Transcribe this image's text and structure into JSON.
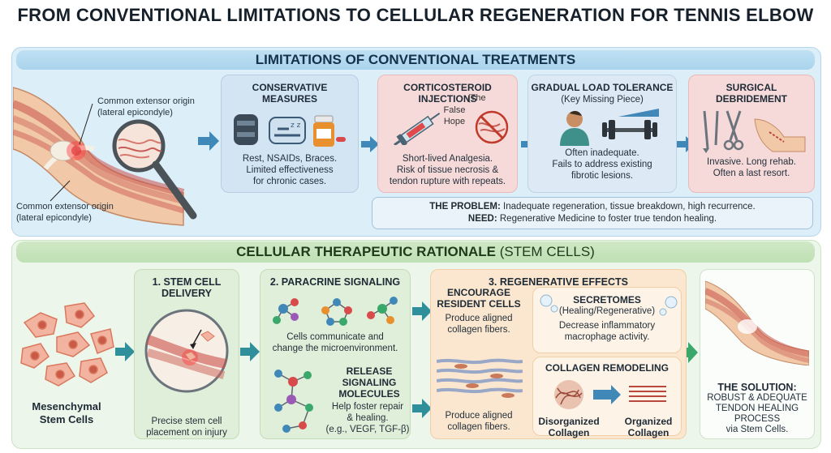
{
  "title": "FROM CONVENTIONAL LIMITATIONS TO CELLULAR REGENERATION FOR TENNIS ELBOW",
  "section1": {
    "heading": "LIMITATIONS OF CONVENTIONAL TREATMENTS",
    "anatomy": {
      "label_top": "Common extensor origin\n(lateral epicondyle)",
      "label_bottom": "Common extensor origin\n(lateral epicondyle)"
    },
    "cards": [
      {
        "title": "CONSERVATIVE\nMEASURES",
        "text": "Rest, NSAIDs, Braces.\nLimited effectiveness\nfor chronic cases."
      },
      {
        "title": "CORTICOSTEROID\nINJECTIONS",
        "title_suffix": "(The",
        "title_note": "False\nHope",
        "text": "Short-lived Analgesia.\nRisk of tissue necrosis &\ntendon rupture with repeats."
      },
      {
        "title": "GRADUAL LOAD TOLERANCE",
        "subtitle": "(Key Missing Piece)",
        "text": "Often inadequate.\nFails to address existing\nfibrotic lesions."
      },
      {
        "title": "SURGICAL\nDEBRIDEMENT",
        "text": "Invasive. Long rehab.\nOften a last resort."
      }
    ],
    "problem": {
      "label1": "THE PROBLEM:",
      "text1": " Inadequate regeneration, tissue breakdown, high recurrence.",
      "label2": "NEED:",
      "text2": " Regenerative Medicine to foster true tendon healing."
    }
  },
  "section2": {
    "heading_bold": "CELLULAR THERAPEUTIC RATIONALE",
    "heading_light": " (STEM CELLS)",
    "msc_label": "Mesenchymal\nStem Cells",
    "step1": {
      "title": "1. STEM CELL\nDELIVERY",
      "text": "Precise stem cell\nplacement on injury"
    },
    "step2": {
      "title": "2. PARACRINE SIGNALING",
      "text": "Cells communicate and\nchange the microenvironment.",
      "release_title": "RELEASE\nSIGNALING\nMOLECULES",
      "release_text": "Help foster repair\n& healing.\n(e.g., VEGF, TGF-β)"
    },
    "step3": {
      "title": "3. REGENERATIVE EFFECTS",
      "encourage_title": "ENCOURAGE\nRESIDENT CELLS",
      "encourage_text": "Produce aligned\ncollagen fibers.",
      "produce_text": "Produce aligned\ncollagen fibers.",
      "secretomes_title": "SECRETOMES",
      "secretomes_sub": "(Healing/Regenerative)",
      "secretomes_text": "Decrease inflammatory\nmacrophage activity.",
      "remodel_title": "COLLAGEN REMODELING",
      "disorganized": "Disorganized\nCollagen",
      "organized": "Organized\nCollagen"
    },
    "solution": {
      "title": "THE SOLUTION:",
      "text": "ROBUST & ADEQUATE\nTENDON HEALING\nPROCESS\nvia Stem Cells."
    }
  },
  "colors": {
    "arrow": "#3f88b8",
    "arrow_green": "#3aa86a",
    "inflammation": "#e0393b"
  }
}
